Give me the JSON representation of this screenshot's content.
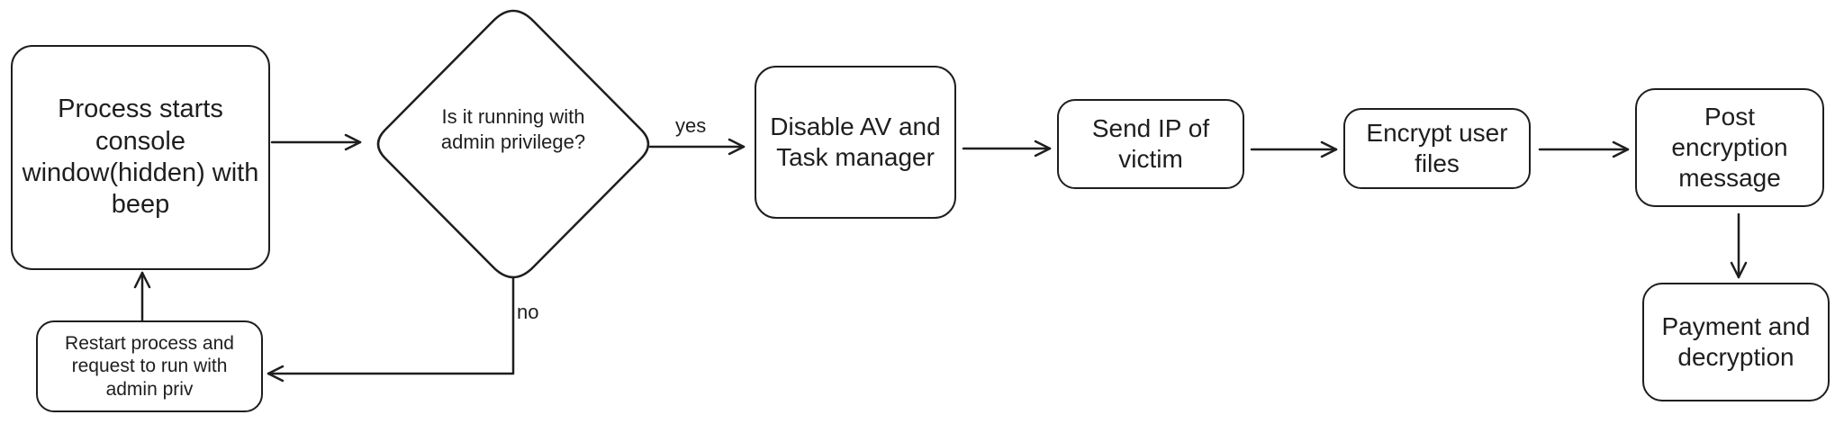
{
  "nodes": {
    "start": "Process starts console window(hidden) with beep",
    "decision": "Is it running with admin privilege?",
    "restart": "Restart process and request to run with admin priv",
    "disable": "Disable AV and Task manager",
    "send_ip": "Send IP of victim",
    "encrypt": "Encrypt user files",
    "post": "Post encryption message",
    "payment": "Payment and decryption"
  },
  "edges": {
    "yes_label": "yes",
    "no_label": "no"
  },
  "colors": {
    "stroke": "#1e1e1e",
    "background": "#ffffff"
  }
}
